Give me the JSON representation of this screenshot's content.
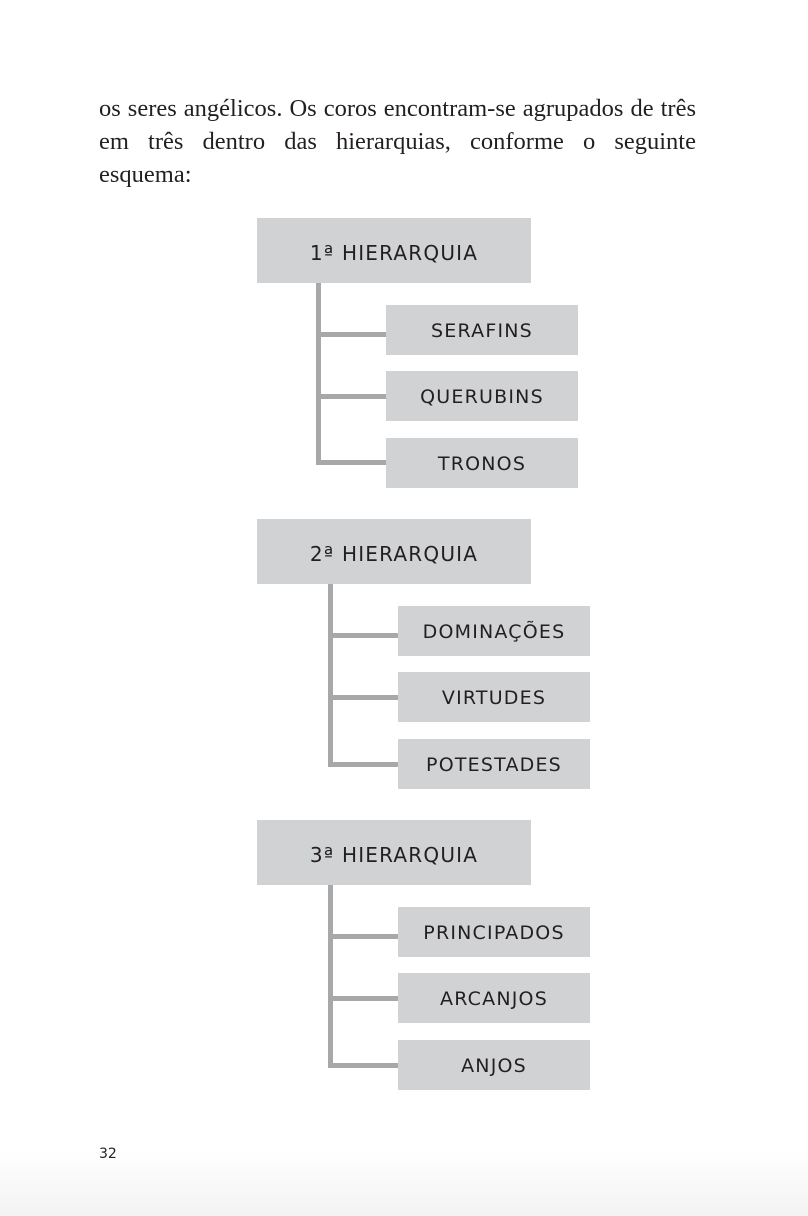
{
  "page": {
    "paragraph": "os seres angélicos. Os coros encontram-se agrupados de três em três dentro das hierarquias, conforme o seguinte esquema:",
    "page_number": "32"
  },
  "diagram": {
    "colors": {
      "box_fill": "#d1d2d4",
      "connector": "#a7a8aa",
      "text": "#231f20"
    },
    "hierarchies": [
      {
        "label": "1ª HIERARQUIA",
        "choirs": [
          "SERAFINS",
          "QUERUBINS",
          "TRONOS"
        ]
      },
      {
        "label": "2ª HIERARQUIA",
        "choirs": [
          "DOMINAÇÕES",
          "VIRTUDES",
          "POTESTADES"
        ]
      },
      {
        "label": "3ª HIERARQUIA",
        "choirs": [
          "PRINCIPADOS",
          "ARCANJOS",
          "ANJOS"
        ]
      }
    ]
  }
}
